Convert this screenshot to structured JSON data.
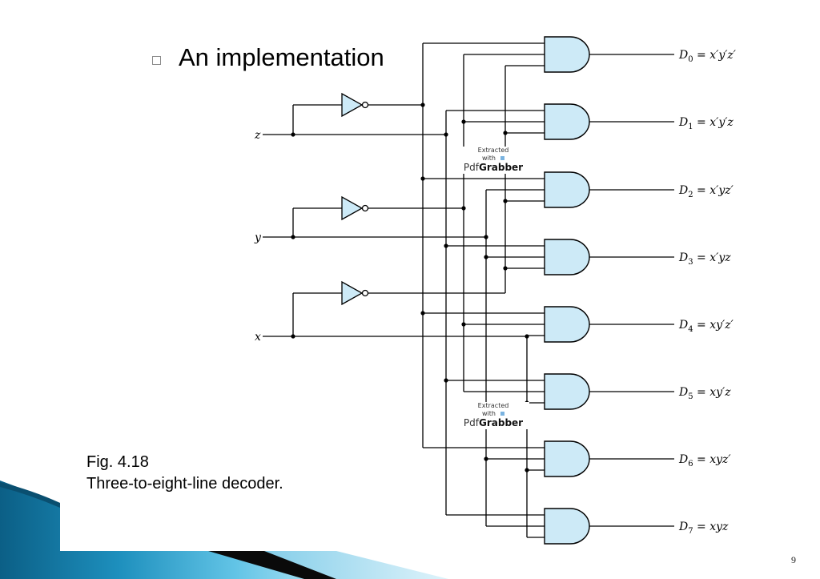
{
  "slide": {
    "bullet_text": "An implementation",
    "caption_line1": "Fig. 4.18",
    "caption_line2": "Three-to-eight-line decoder.",
    "page_number": "9"
  },
  "inputs": [
    {
      "name": "z"
    },
    {
      "name": "y"
    },
    {
      "name": "x"
    }
  ],
  "outputs": [
    {
      "label": "D0 = x′y′z′"
    },
    {
      "label": "D1 = x′y′z"
    },
    {
      "label": "D2 = x′yz′"
    },
    {
      "label": "D3 = x′yz"
    },
    {
      "label": "D4 = xy′z′"
    },
    {
      "label": "D5 = xy′z"
    },
    {
      "label": "D6 = xyz′"
    },
    {
      "label": "D7 = xyz"
    }
  ],
  "watermark": {
    "line1": "Extracted",
    "line2": "with",
    "brand_prefix": "Pdf",
    "brand_name": "Grabber"
  },
  "colors": {
    "gate_fill": "#cdeaf7",
    "wire": "#000000",
    "band_dark": "#0e6f96",
    "band_light": "#5cc3e4"
  }
}
